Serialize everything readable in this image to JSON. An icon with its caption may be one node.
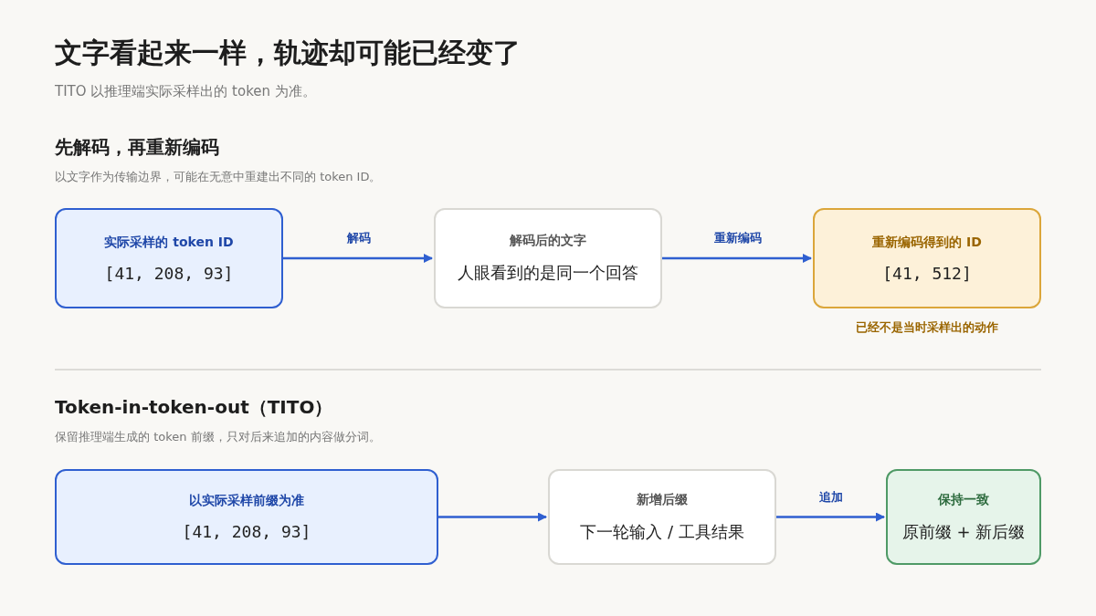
{
  "diagram": {
    "title": "文字看起来一样，轨迹却可能已经变了",
    "nodes": [
      {
        "text": [
          "实际采样的 token ID",
          "[41, 208, 93]"
        ]
      },
      {
        "text": [
          "解码后的文字",
          "人眼看到的是同一个回答"
        ]
      },
      {
        "text": [
          "重新编码得到的 ID",
          "[41, 512]"
        ],
        "beside": [
          "已经不是当时采样出的动作"
        ]
      },
      {
        "text": [
          "以实际采样前缀为准",
          "[41, 208, 93]"
        ]
      },
      {
        "text": [
          "新增后缀",
          "下一轮输入 / 工具结果"
        ]
      },
      {
        "text": [
          "保持一致",
          "原前缀 + 新后缀"
        ]
      }
    ],
    "edges": [
      {
        "from": 0,
        "to": 1,
        "arrow": "to",
        "label": "解码"
      },
      {
        "from": 1,
        "to": 2,
        "arrow": "to",
        "label": "重新编码"
      },
      {
        "from": 3,
        "to": 4,
        "arrow": "to"
      },
      {
        "from": 4,
        "to": 5,
        "arrow": "to",
        "label": "追加"
      }
    ],
    "labels": [
      "TITO 以推理端实际采样出的 token 为准。",
      "先解码，再重新编码",
      "以文字作为传输边界，可能在无意中重建出不同的 token ID。",
      "Token-in-token-out（TITO）",
      "保留推理端生成的 token 前缀，只对后来追加的内容做分词。"
    ]
  }
}
